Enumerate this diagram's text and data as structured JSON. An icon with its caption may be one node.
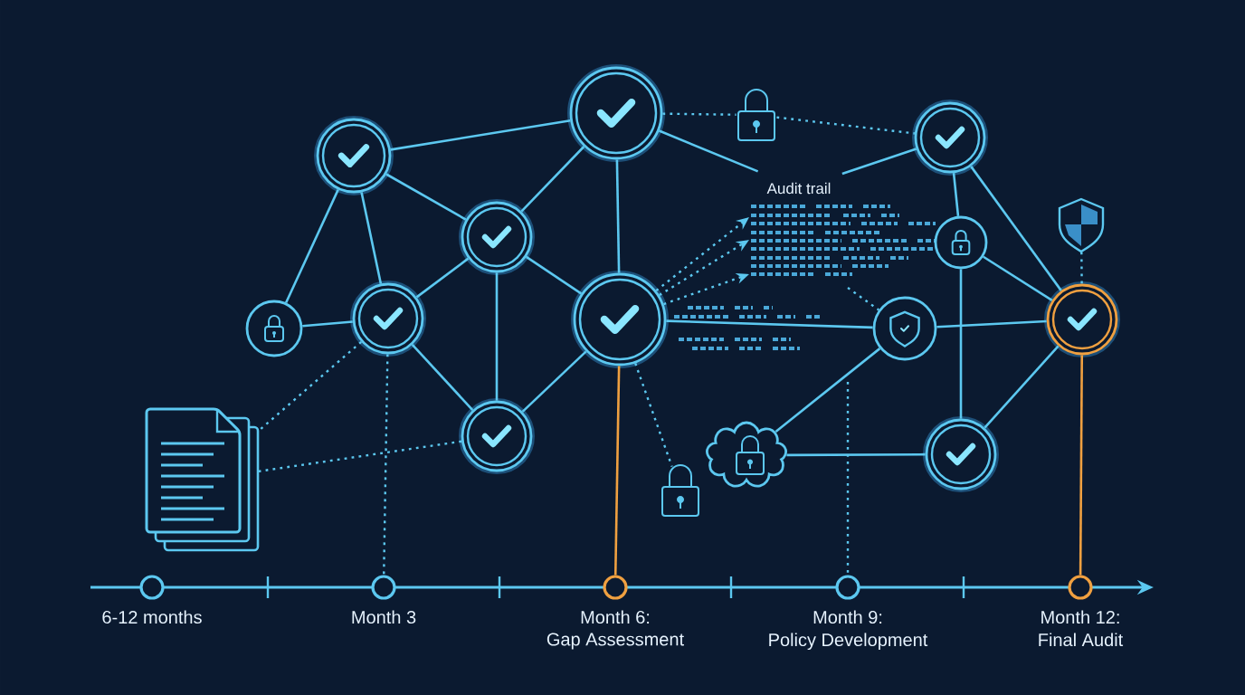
{
  "diagram": {
    "nodes": [
      {
        "text": [],
        "shape": "circle"
      },
      {
        "text": [],
        "shape": "circle"
      },
      {
        "text": [],
        "shape": "circle"
      },
      {
        "text": [],
        "shape": "circle"
      },
      {
        "text": [],
        "shape": "circle"
      },
      {
        "text": [],
        "shape": "circle"
      },
      {
        "text": [],
        "shape": "circle"
      },
      {
        "text": [],
        "shape": "document"
      },
      {
        "text": [],
        "shape": "picture"
      },
      {
        "text": [
          "Audit trail"
        ]
      },
      {
        "text": [],
        "shape": "circle"
      },
      {
        "text": [],
        "shape": "circle"
      },
      {
        "text": [],
        "shape": "picture"
      },
      {
        "text": [],
        "shape": "circle"
      },
      {
        "text": [],
        "shape": "circle"
      },
      {
        "text": [],
        "shape": "cloud"
      },
      {
        "text": [],
        "shape": "picture"
      },
      {
        "text": [],
        "shape": "circle"
      },
      {
        "text": [],
        "shape": "circle",
        "beside": [
          "6-12 months"
        ]
      },
      {
        "text": [],
        "shape": "circle",
        "beside": [
          "Month 3"
        ]
      },
      {
        "text": [],
        "shape": "circle",
        "beside": [
          "Month 6:",
          "Gap Assessment"
        ]
      },
      {
        "text": [],
        "shape": "circle",
        "beside": [
          "Month 9:",
          "Policy Development"
        ]
      },
      {
        "text": [],
        "shape": "circle",
        "beside": [
          "Month 12:",
          "Final Audit"
        ]
      }
    ],
    "edges": [
      {
        "from": 0,
        "to": 1,
        "arrow": "none"
      },
      {
        "from": 0,
        "to": 2,
        "arrow": "none"
      },
      {
        "from": 0,
        "to": 3,
        "arrow": "none"
      },
      {
        "from": 0,
        "to": 4,
        "arrow": "none"
      },
      {
        "from": 3,
        "to": 4,
        "arrow": "none"
      },
      {
        "from": 4,
        "to": 2,
        "arrow": "none"
      },
      {
        "from": 2,
        "to": 1,
        "arrow": "none"
      },
      {
        "from": 2,
        "to": 5,
        "arrow": "none"
      },
      {
        "from": 4,
        "to": 6,
        "arrow": "none"
      },
      {
        "from": 2,
        "to": 6,
        "arrow": "none"
      },
      {
        "from": 6,
        "to": 5,
        "arrow": "none"
      },
      {
        "from": 1,
        "to": 5,
        "arrow": "none"
      },
      {
        "from": 1,
        "to": 8,
        "arrow": "none",
        "style": "dashed"
      },
      {
        "from": 8,
        "to": 10,
        "arrow": "none",
        "style": "dashed"
      },
      {
        "from": 1,
        "to": 9,
        "arrow": "none"
      },
      {
        "from": 9,
        "to": 10,
        "arrow": "none"
      },
      {
        "from": 10,
        "to": 11,
        "arrow": "none"
      },
      {
        "from": 10,
        "to": 14,
        "arrow": "none"
      },
      {
        "from": 11,
        "to": 14,
        "arrow": "none"
      },
      {
        "from": 11,
        "to": 17,
        "arrow": "none"
      },
      {
        "from": 5,
        "to": 13,
        "arrow": "none"
      },
      {
        "from": 13,
        "to": 14,
        "arrow": "none"
      },
      {
        "from": 13,
        "to": 15,
        "arrow": "none"
      },
      {
        "from": 15,
        "to": 17,
        "arrow": "none"
      },
      {
        "from": 17,
        "to": 14,
        "arrow": "none"
      },
      {
        "from": 12,
        "to": 14,
        "arrow": "none",
        "style": "dashed"
      },
      {
        "from": 5,
        "to": null,
        "arrow": "to",
        "style": "dashed"
      },
      {
        "from": 5,
        "to": null,
        "arrow": "to",
        "style": "dashed"
      },
      {
        "from": 5,
        "to": null,
        "arrow": "to",
        "style": "dashed"
      },
      {
        "from": null,
        "to": 13,
        "arrow": "none",
        "style": "dashed"
      },
      {
        "from": 4,
        "to": 7,
        "arrow": "none",
        "style": "dashed"
      },
      {
        "from": 6,
        "to": 7,
        "arrow": "none",
        "style": "dashed"
      },
      {
        "from": 5,
        "to": 16,
        "arrow": "none",
        "style": "dashed"
      },
      {
        "from": 4,
        "to": 19,
        "arrow": "none",
        "style": "dashed"
      },
      {
        "from": 5,
        "to": 20,
        "arrow": "none",
        "color": "#f0a040"
      },
      {
        "from": null,
        "to": 21,
        "arrow": "none",
        "style": "dashed"
      },
      {
        "from": 14,
        "to": 22,
        "arrow": "none",
        "color": "#f0a040"
      }
    ]
  }
}
